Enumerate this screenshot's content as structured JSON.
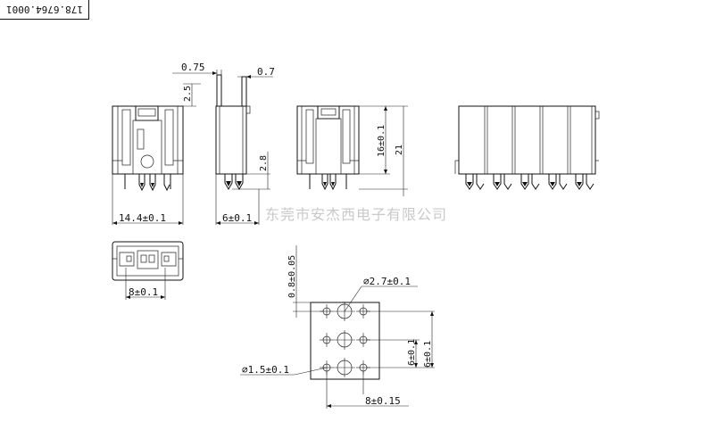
{
  "part_number": "178.6764.0001",
  "watermark": "东莞市安杰西电子有限公司",
  "dimensions": {
    "front_width": "14.4±0.1",
    "top_offset": "2.5",
    "pin_thickness_a": "0.75",
    "pin_thickness_b": "0.7",
    "side_height": "2.8",
    "side_width": "6±0.1",
    "height_inner": "16±0.1",
    "height_total": "21",
    "bottom_pitch": "8±0.1",
    "pcb_hole_large": "⌀2.7±0.1",
    "pcb_hole_small": "⌀1.5±0.1",
    "pcb_top_offset": "0.8±0.05",
    "pcb_pitch_v1": "6±0.1",
    "pcb_pitch_v2": "6±0.1",
    "pcb_pitch_h": "8±0.15"
  }
}
